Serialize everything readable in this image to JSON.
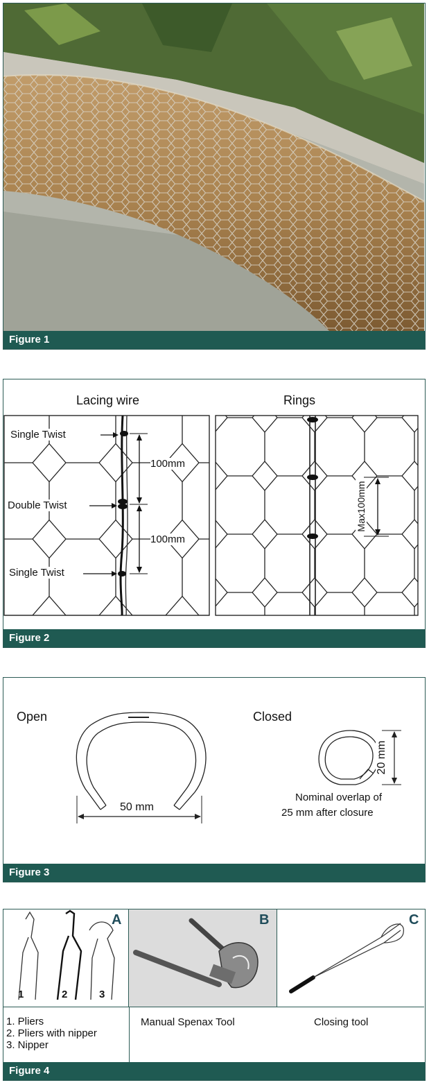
{
  "figures": {
    "f1": {
      "caption": "Figure 1"
    },
    "f2": {
      "caption": "Figure 2",
      "left_title": "Lacing wire",
      "right_title": "Rings",
      "twist_top": "Single Twist",
      "twist_mid": "Double Twist",
      "twist_bottom": "Single Twist",
      "dim_a": "100mm",
      "dim_b": "100mm",
      "dim_rings": "Max100mm"
    },
    "f3": {
      "caption": "Figure 3",
      "open_label": "Open",
      "closed_label": "Closed",
      "width_dim": "50 mm",
      "height_dim": "20 mm",
      "overlap_line1": "Nominal overlap of",
      "overlap_line2": "25 mm after closure"
    },
    "f4": {
      "caption": "Figure 4",
      "letter_a": "A",
      "letter_b": "B",
      "letter_c": "C",
      "num_1": "1",
      "num_2": "2",
      "num_3": "3",
      "items": [
        "1.  Pliers",
        "2.  Pliers with nipper",
        "3.  Nipper"
      ],
      "tool_b": "Manual Spenax Tool",
      "tool_c": "Closing tool"
    }
  },
  "colors": {
    "caption_bg": "#1f5a52",
    "border": "#2c5b55",
    "letter": "#1f4c5a"
  }
}
